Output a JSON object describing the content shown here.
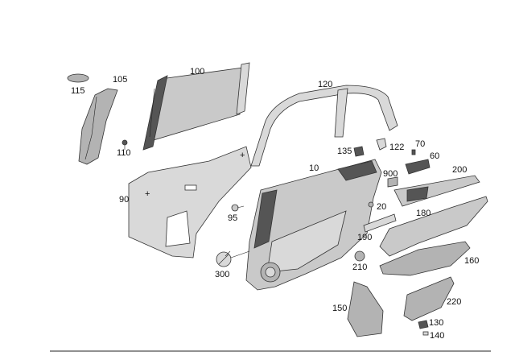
{
  "callouts": {
    "p115": "115",
    "p105": "105",
    "p100": "100",
    "p120": "120",
    "p110": "110",
    "p90": "90",
    "p95": "95",
    "p10": "10",
    "p135": "135",
    "p122": "122",
    "p70": "70",
    "p60": "60",
    "p900": "900",
    "p200": "200",
    "p20": "20",
    "p180": "180",
    "p190": "190",
    "p300": "300",
    "p210": "210",
    "p160": "160",
    "p150": "150",
    "p220": "220",
    "p130": "130",
    "p140": "140"
  }
}
